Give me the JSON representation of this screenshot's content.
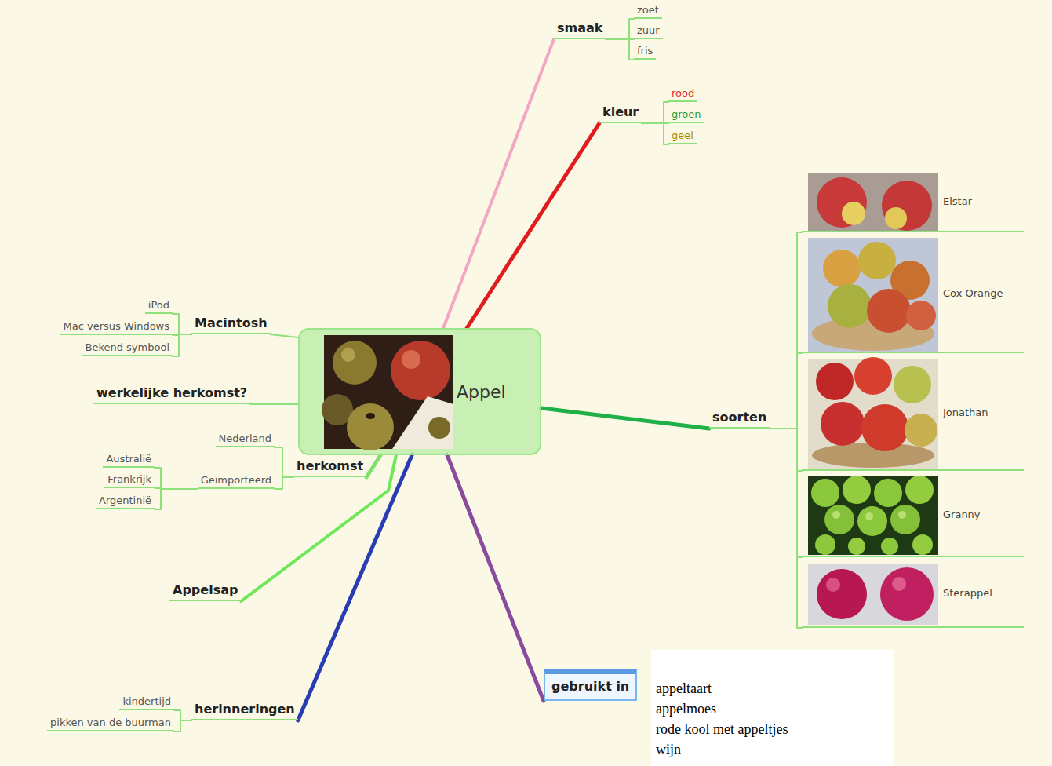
{
  "diagram": {
    "nodes": [
      {
        "text": [
          "Appel"
        ]
      },
      {
        "text": [
          "smaak"
        ]
      },
      {
        "text": [
          "zoet"
        ]
      },
      {
        "text": [
          "zuur"
        ]
      },
      {
        "text": [
          "fris"
        ]
      },
      {
        "text": [
          "kleur"
        ]
      },
      {
        "text": [
          "rood"
        ]
      },
      {
        "text": [
          "groen"
        ]
      },
      {
        "text": [
          "geel"
        ]
      },
      {
        "text": [
          "Macintosh"
        ]
      },
      {
        "text": [
          "iPod"
        ]
      },
      {
        "text": [
          "Mac versus Windows"
        ]
      },
      {
        "text": [
          "Bekend symbool"
        ]
      },
      {
        "text": [
          "werkelijke herkomst?"
        ]
      },
      {
        "text": [
          "herkomst"
        ]
      },
      {
        "text": [
          "Nederland"
        ]
      },
      {
        "text": [
          "Geïmporteerd"
        ]
      },
      {
        "text": [
          "Australië"
        ]
      },
      {
        "text": [
          "Frankrijk"
        ]
      },
      {
        "text": [
          "Argentinië"
        ]
      },
      {
        "text": [
          "soorten"
        ]
      },
      {
        "text": [
          "Elstar"
        ]
      },
      {
        "text": [
          "Cox Orange"
        ]
      },
      {
        "text": [
          "Jonathan"
        ]
      },
      {
        "text": [
          "Granny"
        ]
      },
      {
        "text": [
          "Sterappel"
        ]
      },
      {
        "text": [
          "Appelsap"
        ]
      },
      {
        "text": [
          "gebruikt in"
        ]
      },
      {
        "text": [
          "appeltaart",
          "appelmoes",
          "rode kool met appeltjes",
          "wijn"
        ]
      },
      {
        "text": [
          "herinneringen"
        ]
      },
      {
        "text": [
          "kindertijd"
        ]
      },
      {
        "text": [
          "pikken van de buurman"
        ]
      }
    ],
    "edges": [
      {
        "from": 0,
        "to": 1,
        "arrow": "none"
      },
      {
        "from": 0,
        "to": 5,
        "arrow": "none"
      },
      {
        "from": 0,
        "to": 9,
        "arrow": "none"
      },
      {
        "from": 0,
        "to": 13,
        "arrow": "none"
      },
      {
        "from": 0,
        "to": 14,
        "arrow": "none"
      },
      {
        "from": 0,
        "to": 20,
        "arrow": "none"
      },
      {
        "from": 0,
        "to": 26,
        "arrow": "none"
      },
      {
        "from": 0,
        "to": 27,
        "arrow": "none"
      },
      {
        "from": 0,
        "to": 29,
        "arrow": "none"
      },
      {
        "from": 1,
        "to": 2,
        "arrow": "none"
      },
      {
        "from": 1,
        "to": 3,
        "arrow": "none"
      },
      {
        "from": 1,
        "to": 4,
        "arrow": "none"
      },
      {
        "from": 5,
        "to": 6,
        "arrow": "none"
      },
      {
        "from": 5,
        "to": 7,
        "arrow": "none"
      },
      {
        "from": 5,
        "to": 8,
        "arrow": "none"
      },
      {
        "from": 9,
        "to": 10,
        "arrow": "none"
      },
      {
        "from": 9,
        "to": 11,
        "arrow": "none"
      },
      {
        "from": 9,
        "to": 12,
        "arrow": "none"
      },
      {
        "from": 14,
        "to": 15,
        "arrow": "none"
      },
      {
        "from": 14,
        "to": 16,
        "arrow": "none"
      },
      {
        "from": 16,
        "to": 17,
        "arrow": "none"
      },
      {
        "from": 16,
        "to": 18,
        "arrow": "none"
      },
      {
        "from": 16,
        "to": 19,
        "arrow": "none"
      },
      {
        "from": 20,
        "to": 21,
        "arrow": "none"
      },
      {
        "from": 20,
        "to": 22,
        "arrow": "none"
      },
      {
        "from": 20,
        "to": 23,
        "arrow": "none"
      },
      {
        "from": 20,
        "to": 24,
        "arrow": "none"
      },
      {
        "from": 20,
        "to": 25,
        "arrow": "none"
      },
      {
        "from": 29,
        "to": 30,
        "arrow": "none"
      },
      {
        "from": 29,
        "to": 31,
        "arrow": "none"
      }
    ]
  }
}
